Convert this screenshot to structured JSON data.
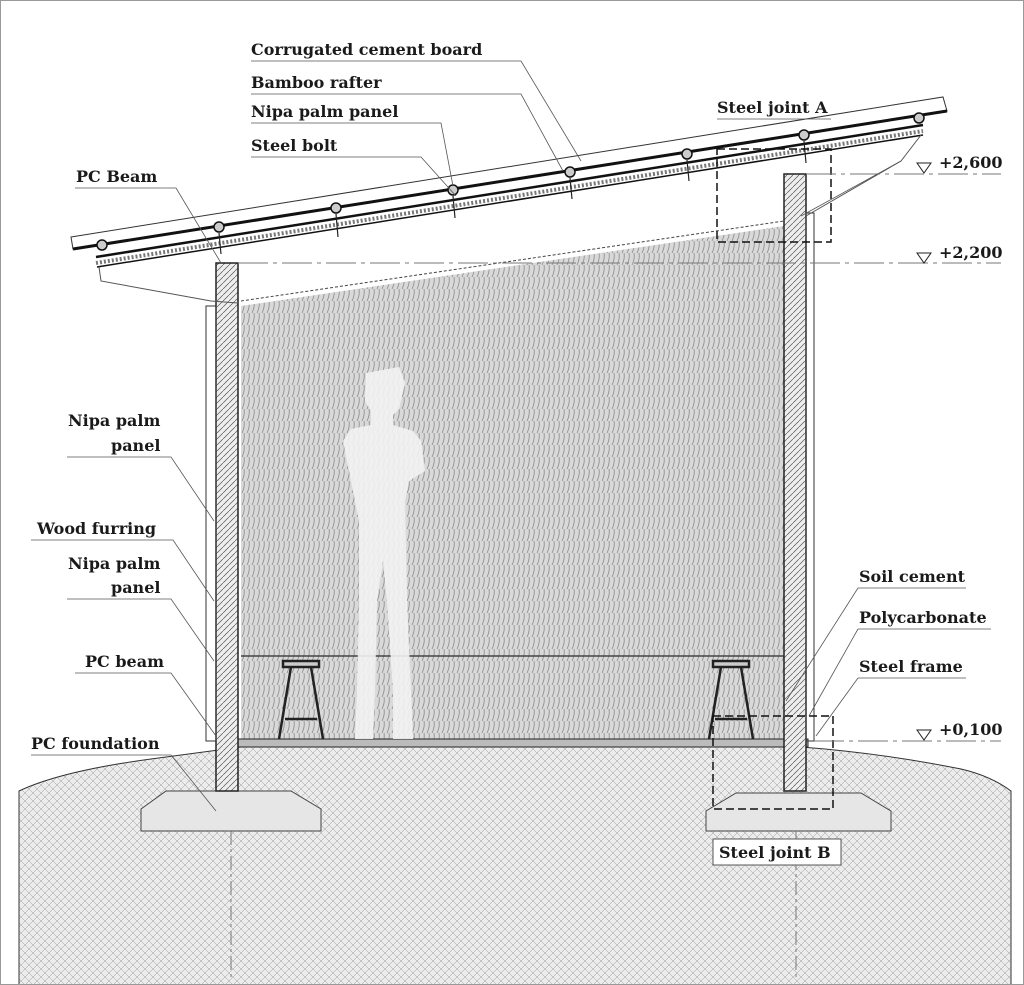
{
  "title": "Building section",
  "labels": {
    "corrugated_cement_board": "Corrugated cement board",
    "bamboo_rafter": "Bamboo rafter",
    "nipa_palm_panel_roof": "Nipa palm panel",
    "steel_bolt": "Steel bolt",
    "pc_beam_top": "PC Beam",
    "steel_joint_a": "Steel joint A",
    "nipa_palm_panel_1_a": "Nipa palm",
    "nipa_palm_panel_1_b": "panel",
    "wood_furring": "Wood furring",
    "nipa_palm_panel_2_a": "Nipa palm",
    "nipa_palm_panel_2_b": "panel",
    "pc_beam_bottom": "PC beam",
    "pc_foundation": "PC foundation",
    "soil_cement": "Soil cement",
    "polycarbonate": "Polycarbonate",
    "steel_frame": "Steel frame",
    "steel_joint_b": "Steel joint B"
  },
  "levels": [
    "+2,600",
    "+2,200",
    "+0,100"
  ]
}
